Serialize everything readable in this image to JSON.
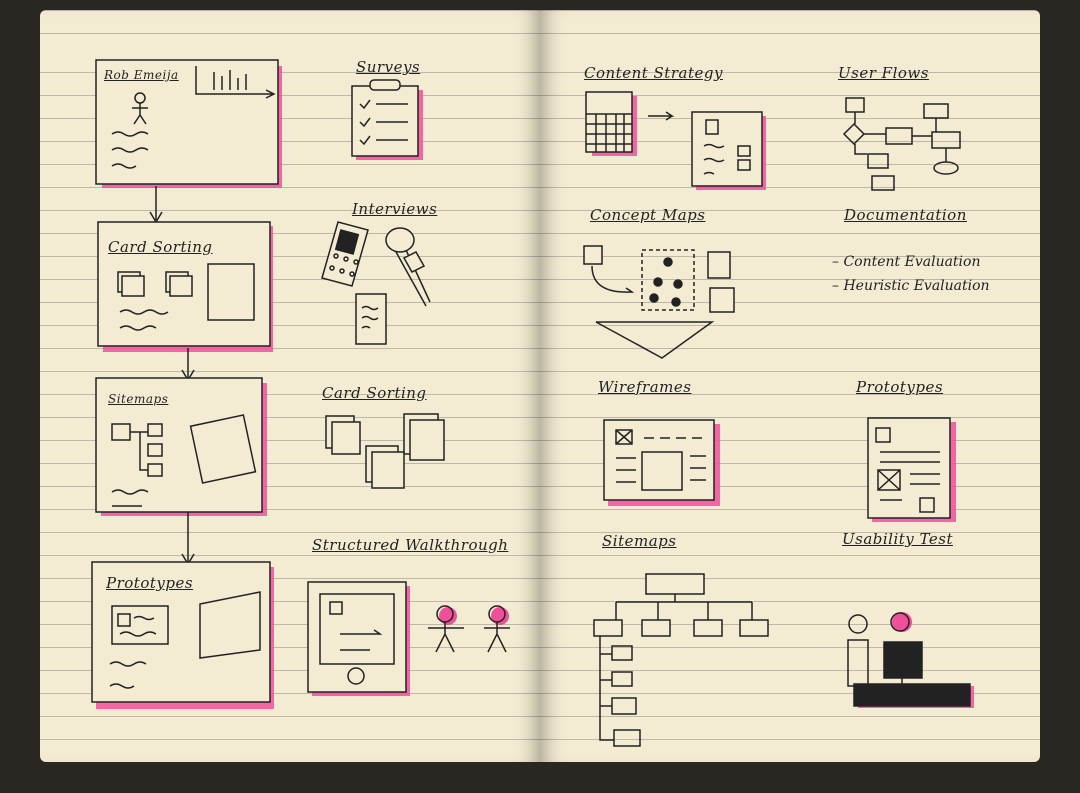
{
  "left_page": {
    "flow": [
      {
        "label": "Rob Emeija"
      },
      {
        "label": "Card Sorting"
      },
      {
        "label": "Sitemaps"
      },
      {
        "label": "Prototypes"
      }
    ],
    "methods": [
      {
        "label": "Surveys"
      },
      {
        "label": "Interviews"
      },
      {
        "label": "Card Sorting"
      },
      {
        "label": "Structured Walkthrough"
      }
    ]
  },
  "right_page": {
    "sections": [
      {
        "label": "Content Strategy"
      },
      {
        "label": "User Flows"
      },
      {
        "label": "Concept Maps"
      },
      {
        "label": "Documentation"
      },
      {
        "label": "Wireframes"
      },
      {
        "label": "Prototypes"
      },
      {
        "label": "Sitemaps"
      },
      {
        "label": "Usability Test"
      }
    ],
    "documentation_items": [
      "– Content Evaluation",
      "– Heuristic Evaluation"
    ]
  },
  "colors": {
    "ink": "#222222",
    "highlight": "#f0509a",
    "paper": "#f3ecd3"
  }
}
